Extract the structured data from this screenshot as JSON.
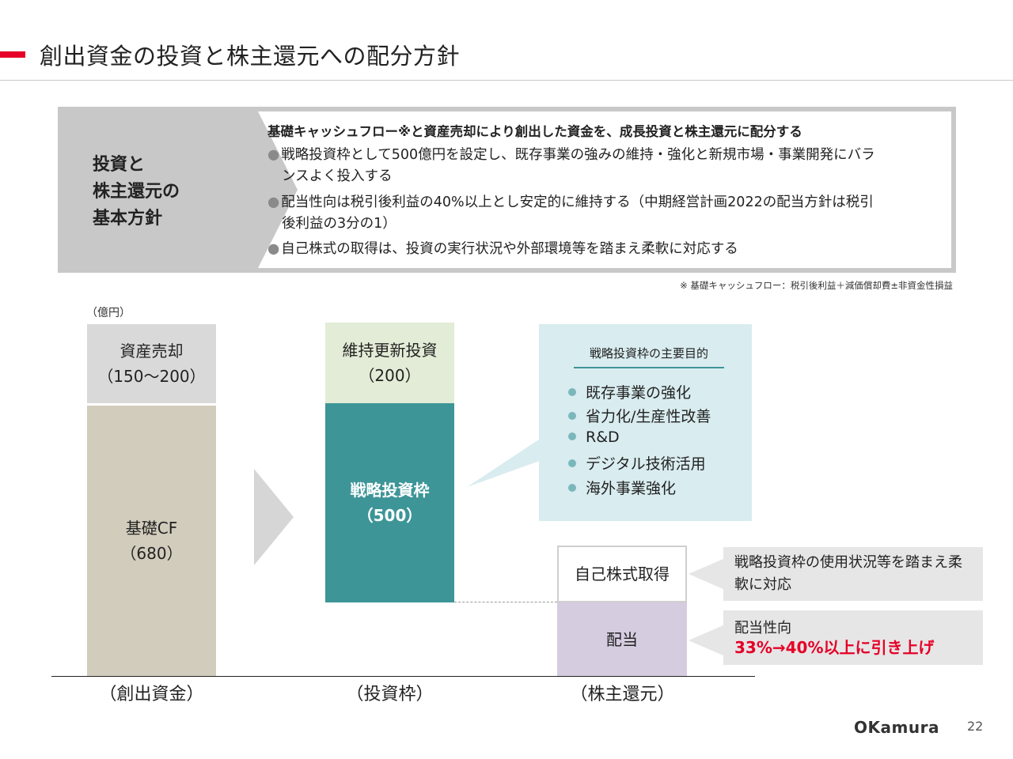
{
  "header": {
    "title": "創出資金の投資と株主還元への配分方針"
  },
  "policy": {
    "label": "投資と\n株主還元の\n基本方針",
    "heading": "基礎キャッシュフロー※と資産売却により創出した資金を、成長投資と株主還元に配分する",
    "bullets": [
      {
        "line1": "戦略投資枠として500億円を設定し、既存事業の強みの維持・強化と新規市場・事業開発にバラ",
        "line2": "ンスよく投入する"
      },
      {
        "line1": "配当性向は税引後利益の40%以上とし安定的に維持する（中期経営計画2022の配当方針は税引",
        "line2": "後利益の3分の1）"
      },
      {
        "line1": "自己株式の取得は、投資の実行状況や外部環境等を踏まえ柔軟に対応する"
      }
    ],
    "footnote": "※ 基礎キャッシュフロー：税引後利益＋減価償却費±非資金性損益"
  },
  "diagram": {
    "unit": "（億円）",
    "blocks": {
      "asset_sale": {
        "label": "資産売却",
        "value": "（150～200）"
      },
      "base_cf": {
        "label": "基礎CF",
        "value": "（680）"
      },
      "maintenance": {
        "label": "維持更新投資",
        "value": "（200）"
      },
      "strategic": {
        "label": "戦略投資枠",
        "value": "（500）"
      },
      "buyback": {
        "label": "自己株式取得"
      },
      "dividend": {
        "label": "配当"
      }
    },
    "callout": {
      "title": "戦略投資枠の主要目的",
      "items": [
        "既存事業の強化",
        "省力化/生産性改善",
        "R&D",
        "デジタル技術活用",
        "海外事業強化"
      ]
    },
    "notes": {
      "buyback": "戦略投資枠の使用状況等を踏まえ柔軟に対応",
      "dividend_label": "配当性向",
      "dividend_emph": "33%→40%以上に引き上げ"
    },
    "categories": [
      "（創出資金）",
      "（投資枠）",
      "（株主還元）"
    ]
  },
  "footer": {
    "logo": "OKamura",
    "page": "22"
  },
  "colors": {
    "accent": "#e60027",
    "teal": "#3d9597",
    "callout_bg": "#d9ecef"
  }
}
